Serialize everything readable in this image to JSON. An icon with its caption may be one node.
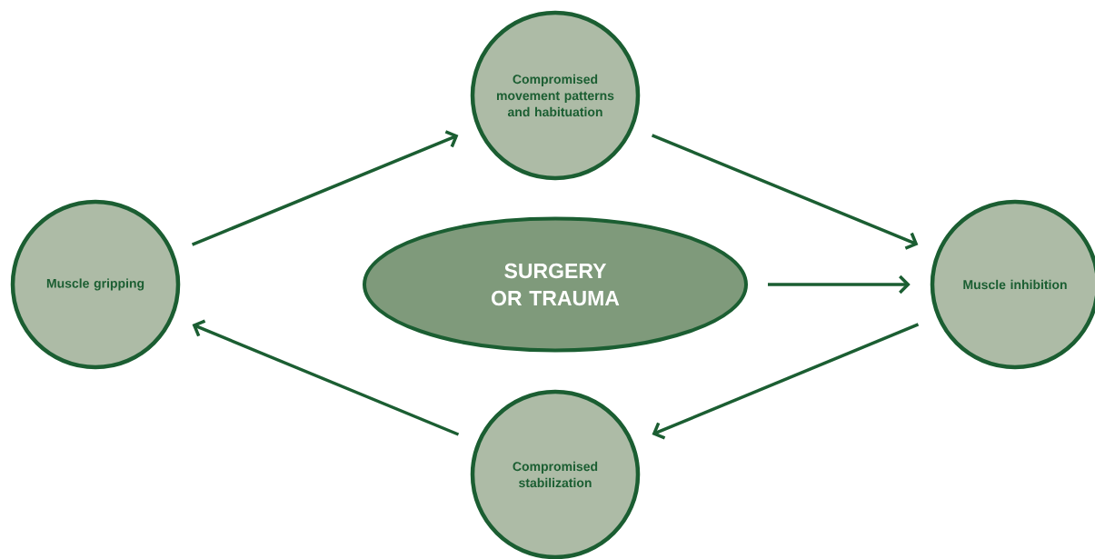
{
  "diagram": {
    "nodes": [
      {
        "text": [
          "Compromised movement patterns and habituation"
        ]
      },
      {
        "text": [
          "Muscle gripping"
        ]
      },
      {
        "text": [
          "SURGERY OR TRAUMA"
        ]
      },
      {
        "text": [
          "Muscle inhibition"
        ]
      },
      {
        "text": [
          "Compromised stabilization"
        ]
      }
    ],
    "edges": [
      {
        "from": 2,
        "to": 3,
        "arrow": "to"
      },
      {
        "from": 1,
        "to": 0,
        "arrow": "to"
      },
      {
        "from": 0,
        "to": 3,
        "arrow": "to"
      },
      {
        "from": 3,
        "to": 4,
        "arrow": "to"
      },
      {
        "from": 4,
        "to": 1,
        "arrow": "to"
      }
    ]
  }
}
